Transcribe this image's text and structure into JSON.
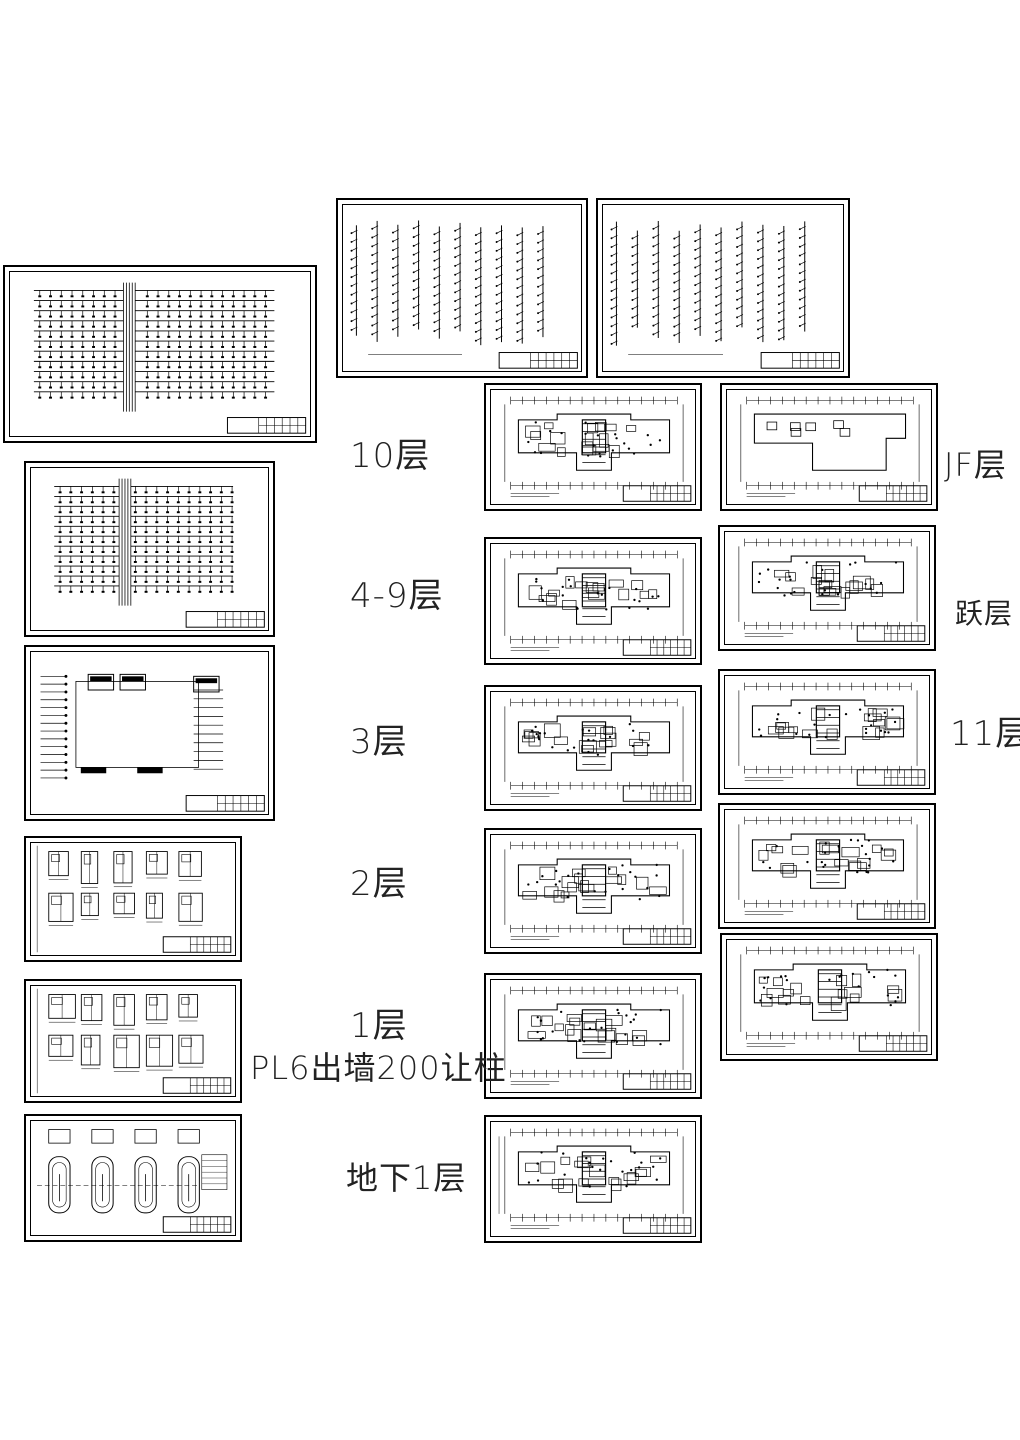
{
  "labels": {
    "l10": "10层",
    "l4_9": "4-9层",
    "l3": "3层",
    "l2": "2层",
    "l1": "1层",
    "pl6": "PL6出墙200让柱",
    "b1": "地下1层",
    "jf": "JF层",
    "yue": "跃层",
    "l11": "11层"
  },
  "sheets": [
    {
      "id": "riser-a",
      "kind": "riser"
    },
    {
      "id": "riser-b",
      "kind": "riser"
    },
    {
      "id": "system-1",
      "kind": "system"
    },
    {
      "id": "system-2",
      "kind": "system"
    },
    {
      "id": "pump-room",
      "kind": "pump"
    },
    {
      "id": "detail-1",
      "kind": "detail"
    },
    {
      "id": "detail-2",
      "kind": "detail"
    },
    {
      "id": "detail-3",
      "kind": "detail"
    },
    {
      "id": "plan-10",
      "kind": "plan"
    },
    {
      "id": "plan-4-9",
      "kind": "plan"
    },
    {
      "id": "plan-3",
      "kind": "plan"
    },
    {
      "id": "plan-2",
      "kind": "plan"
    },
    {
      "id": "plan-1",
      "kind": "plan"
    },
    {
      "id": "plan-b1",
      "kind": "plan"
    },
    {
      "id": "plan-jf",
      "kind": "roof"
    },
    {
      "id": "plan-yue",
      "kind": "plan"
    },
    {
      "id": "plan-11",
      "kind": "plan"
    },
    {
      "id": "plan-12",
      "kind": "plan"
    },
    {
      "id": "plan-13",
      "kind": "plan"
    }
  ]
}
